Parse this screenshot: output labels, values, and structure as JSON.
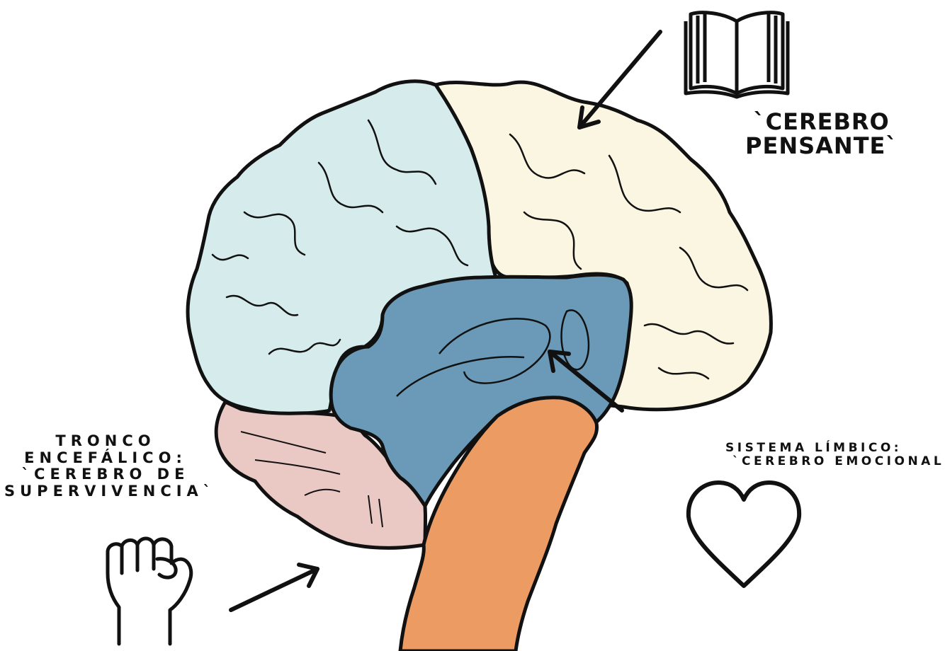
{
  "labels": {
    "thinking_brain": {
      "line1": "`CEREBRO",
      "line2": "PENSANTE`"
    },
    "brain_stem": {
      "line1": "TRONCO",
      "line2": "ENCEFÁLICO:",
      "line3": "`CEREBRO DE",
      "line4": "SUPERVIVENCIA`"
    },
    "limbic_system": {
      "line1": "SISTEMA LÍMBICO:",
      "line2": "`CEREBRO EMOCIONAL`"
    }
  },
  "icons": {
    "thinking": "open-book-icon",
    "emotional": "heart-outline-icon",
    "survival": "raised-fist-icon"
  },
  "colors": {
    "left_lobe": "#d6ebeb",
    "right_lobe": "#fbf6e1",
    "limbic": "#6a9ab7",
    "cerebellum": "#eac9c5",
    "brain_stem": "#ec9c62",
    "outline": "#111111"
  }
}
